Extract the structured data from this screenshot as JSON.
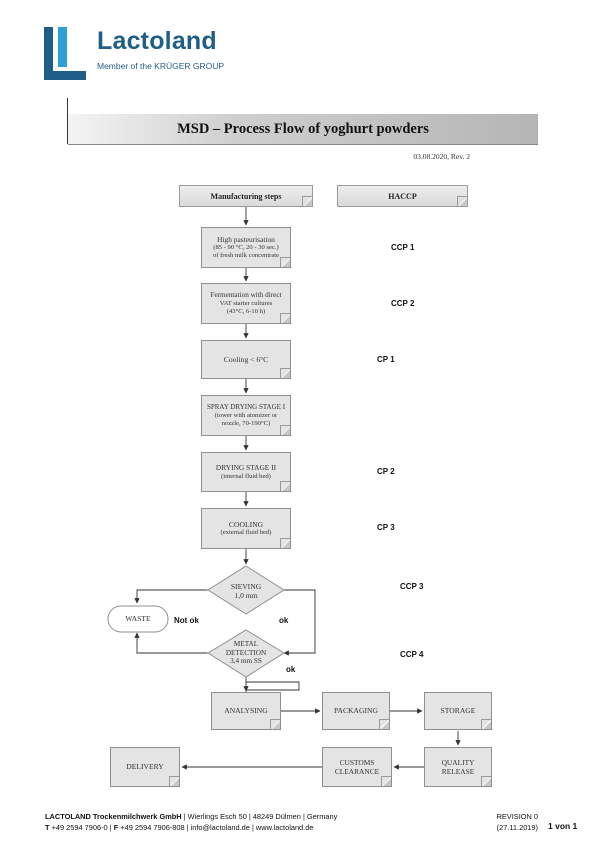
{
  "logo": {
    "name": "Lactoland",
    "subtitle": "Member of the KRÜGER GROUP",
    "color": "#1f5e86"
  },
  "title": "MSD – Process Flow of yoghurt powders",
  "date": "03.08.2020, Rev. 2",
  "headers": {
    "steps": "Manufacturing steps",
    "haccp": "HACCP"
  },
  "steps": {
    "pasteurisation": {
      "line1": "High pasteurisation",
      "line2": "(85 - 90 °C, 20 - 30 sec.)",
      "line3": "of fresh milk concentrate"
    },
    "fermentation": {
      "line1": "Fermentation with direct",
      "line2": "VAT starter cultures",
      "line3": "(43°C, 6-10 h)"
    },
    "cooling": "Cooling < 6°C",
    "spray_drying": {
      "line1": "SPRAY DRYING STAGE I",
      "line2": "(tower with atomizer or",
      "line3": "nozzle, 70-190°C)"
    },
    "drying2": {
      "line1": "DRYING STAGE II",
      "line2": "(internal fluid bed)"
    },
    "cooling2": {
      "line1": "COOLING",
      "line2": "(external fluid bed)"
    },
    "sieving": {
      "line1": "SIEVING",
      "line2": "1,0 mm"
    },
    "waste": "WASTE",
    "metal": {
      "line1": "METAL",
      "line2": "DETECTION",
      "line3": "3,4 mm SS"
    },
    "analysing": "ANALYSING",
    "packaging": "PACKAGING",
    "storage": "STORAGE",
    "quality": {
      "line1": "QUALITY",
      "line2": "RELEASE"
    },
    "customs": {
      "line1": "CUSTOMS",
      "line2": "CLEARANCE"
    },
    "delivery": "DELIVERY"
  },
  "haccp": {
    "ccp1": "CCP 1",
    "ccp2": "CCP 2",
    "cp1": "CP 1",
    "cp2": "CP 2",
    "cp3": "CP 3",
    "ccp3": "CCP 3",
    "ccp4": "CCP 4"
  },
  "labels": {
    "not_ok": "Not ok",
    "ok1": "ok",
    "ok2": "ok"
  },
  "footer": {
    "company": "LACTOLAND Trockenmilchwerk GmbH",
    "address": " | Wierlings Esch 50 | 48249 Dülmen | Germany",
    "tel_label": "T",
    "tel": " +49 2594 7906-0 | ",
    "fax_label": "F",
    "fax": " +49 2594 7906-808 | info@lactoland.de | www.lactoland.de",
    "revision": "REVISION 0",
    "revision_date": "(27.11.2019)",
    "page": "1 von 1"
  }
}
